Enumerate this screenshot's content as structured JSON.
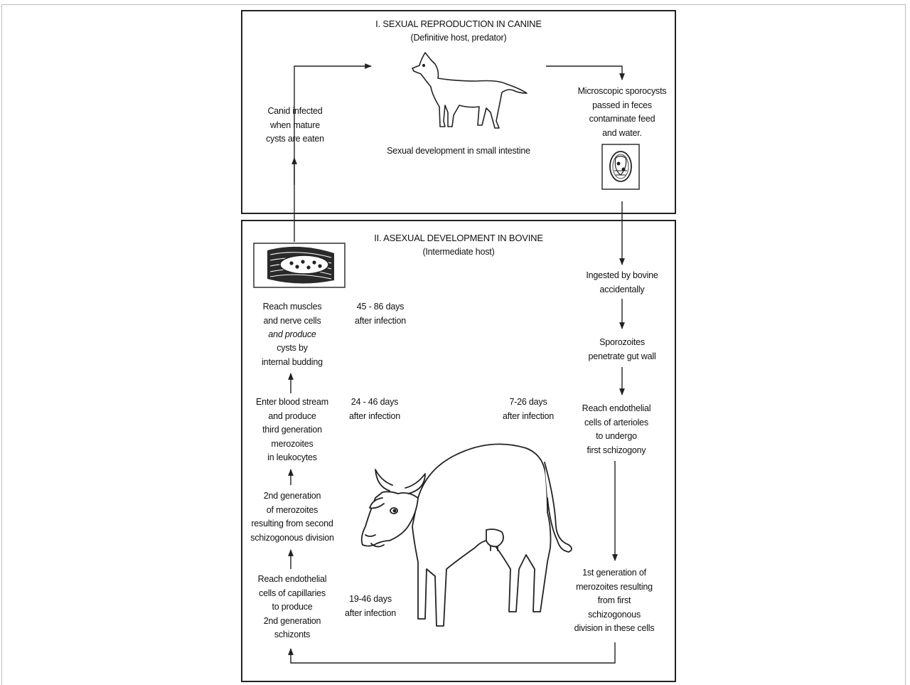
{
  "top_section": {
    "title": "I. SEXUAL REPRODUCTION IN CANINE",
    "subtitle": "(Definitive host, predator)",
    "left_note": "Canid infected\nwhen mature\ncysts are eaten",
    "center_note": "Sexual development in small intestine",
    "right_note": "Microscopic sporocysts\npassed in feces\ncontaminate feed\nand water."
  },
  "bottom_section": {
    "title": "II. ASEXUAL DEVELOPMENT IN BOVINE",
    "subtitle": "(Intermediate host)",
    "right_steps": [
      "Ingested by bovine\naccidentally",
      "Sporozoites\npenetrate gut wall",
      "Reach endothelial\ncells of  arterioles\nto undergo\nfirst schizogony",
      "1st generation of\nmerozoites resulting\nfrom first\nschizogonous\ndivision in these cells"
    ],
    "left_steps": {
      "reach_muscles_a": "Reach muscles\nand nerve cells",
      "reach_muscles_b": "and produce",
      "reach_muscles_c": "cysts by\ninternal budding",
      "enter_blood": "Enter blood stream\nand produce\nthird generation\nmerozoites\nin leukocytes",
      "second_generation": "2nd generation\nof merozoites\nresulting from second\nschizogonous division",
      "reach_capillaries": "Reach endothelial\ncells of capillaries\nto produce\n2nd generation\nschizonts"
    },
    "timings": {
      "muscles": "45 - 86 days\nafter infection",
      "blood": "24 - 46 days\nafter infection",
      "arterioles": "7-26 days\nafter infection",
      "capillaries": "19-46 days\nafter infection"
    }
  }
}
